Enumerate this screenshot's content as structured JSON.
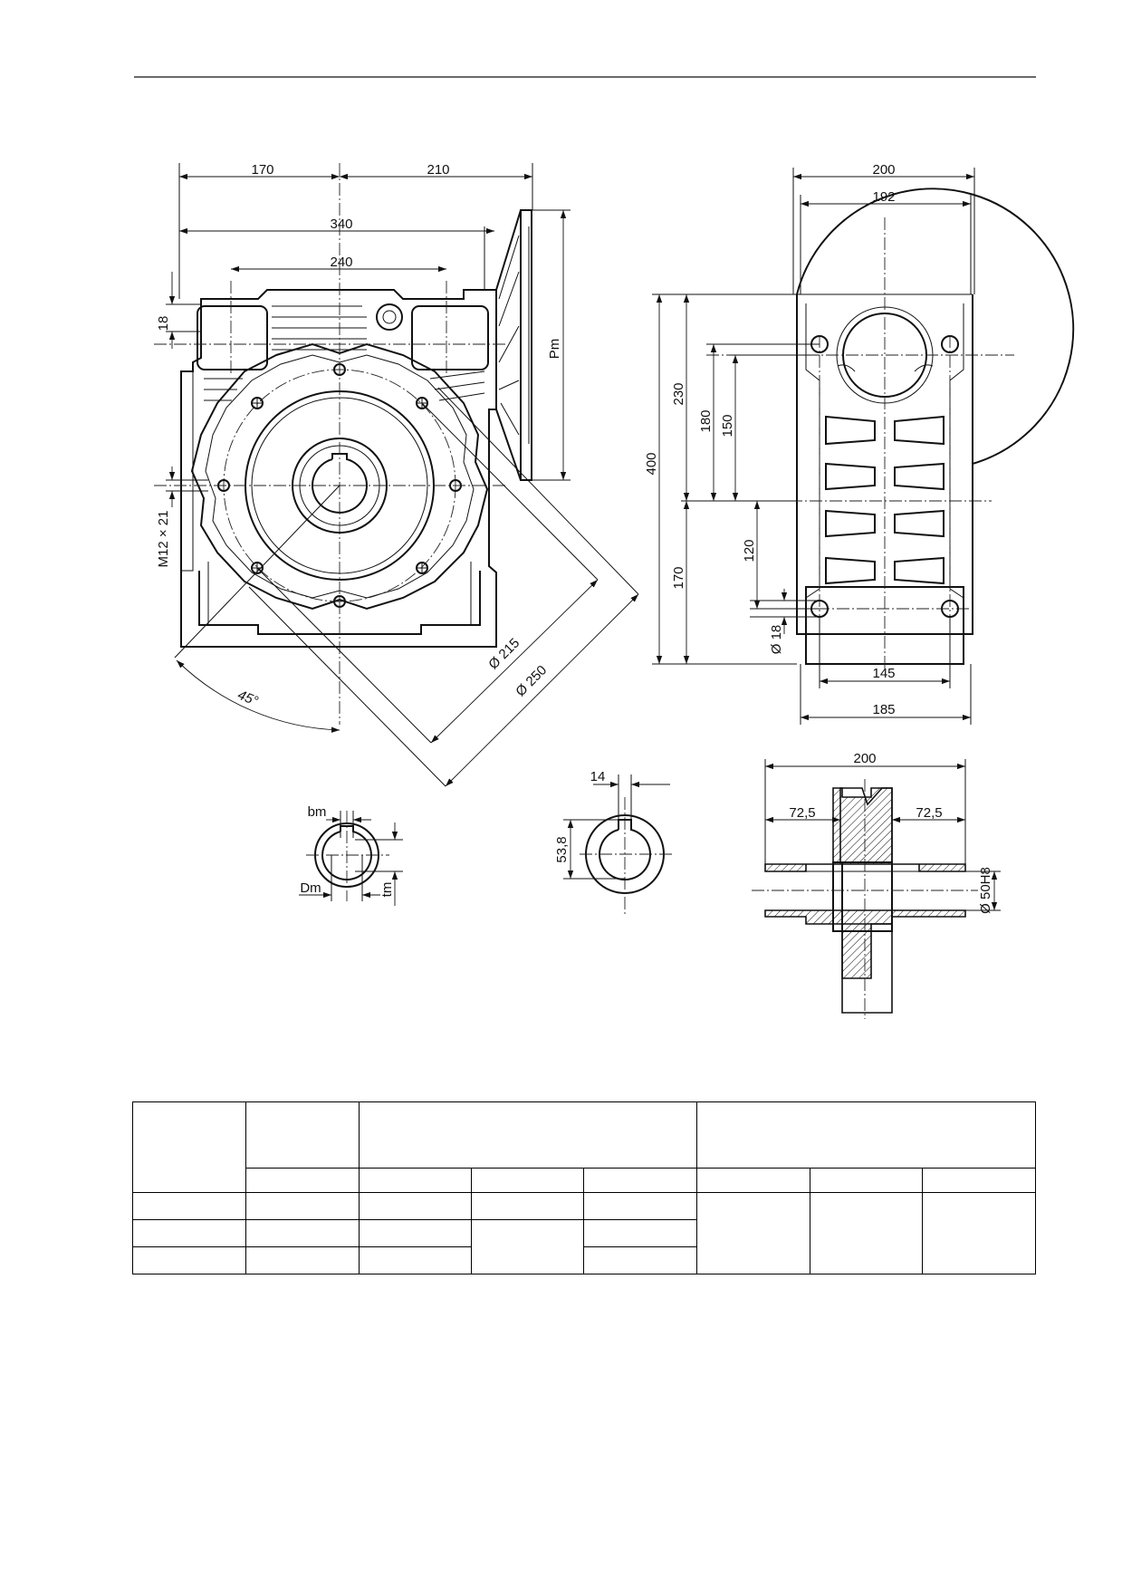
{
  "dims": {
    "d170_top": "170",
    "d210": "210",
    "d340": "340",
    "d240": "240",
    "d18_top": "18",
    "pm": "Pm",
    "m12": "M12 × 21",
    "d215": "Ø 215",
    "d250": "Ø 250",
    "a45": "45°",
    "d200_side": "200",
    "d192": "192",
    "d400": "400",
    "d230": "230",
    "d180": "180",
    "d150": "150",
    "d120": "120",
    "d170_side": "170",
    "d18_hole": "Ø 18",
    "d145": "145",
    "d185": "185",
    "bm": "bm",
    "dm": "Dm",
    "tm": "tm",
    "d14": "14",
    "d53": "53,8",
    "d200_sec": "200",
    "d72_left": "72,5",
    "d72_right": "72,5",
    "d50h8": "Ø 50H8"
  },
  "table": {
    "cells": []
  }
}
